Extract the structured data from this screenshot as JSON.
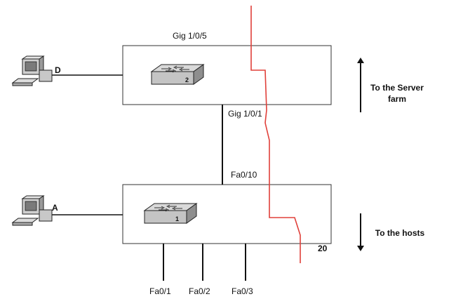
{
  "labels": {
    "top_switch_port": "Gig 1/0/5",
    "uplink_port": "Gig 1/0/1",
    "downlink_port": "Fa0/10",
    "host_port_1": "Fa0/1",
    "host_port_2": "Fa0/2",
    "host_port_3": "Fa0/3",
    "vlan_number": "20"
  },
  "devices": {
    "pc_d": {
      "label": "D",
      "icon": "desktop-computer-icon"
    },
    "pc_a": {
      "label": "A",
      "icon": "desktop-computer-icon"
    },
    "switch_2": {
      "label": "2",
      "icon": "switch-icon"
    },
    "switch_1": {
      "label": "1",
      "icon": "switch-icon"
    }
  },
  "annotations": {
    "server_farm_line1": "To the Server",
    "server_farm_line2": "farm",
    "hosts": "To the hosts"
  },
  "colors": {
    "red_path": "#e0403a",
    "lines": "#111111",
    "box_border": "#333333"
  }
}
